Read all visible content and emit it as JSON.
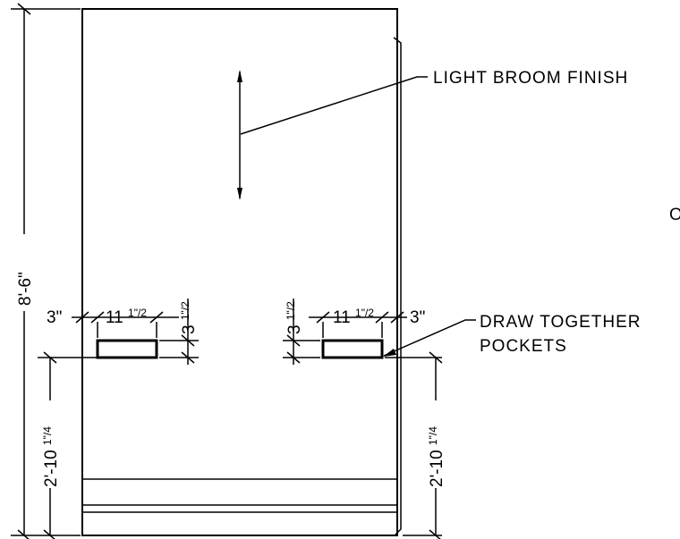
{
  "notes": {
    "finish": "LIGHT BROOM FINISH",
    "draw_together_line1": "DRAW TOGETHER",
    "draw_together_line2": "POCKETS",
    "cut_off_letter": "O"
  },
  "dimensions": {
    "overall_height": "8'-6\"",
    "pocket_height_left": "2'-10",
    "pocket_height_left_frac": "1\"/4",
    "pocket_height_right": "2'-10",
    "pocket_height_right_frac": "1\"/4",
    "left_edge_offset": "3\"",
    "left_pocket_width": "11",
    "left_pocket_width_frac": "1\"/2",
    "left_pocket_depth": "3",
    "left_pocket_depth_frac": "1\"/2",
    "right_edge_offset": "3\"",
    "right_pocket_width": "11",
    "right_pocket_width_frac": "1\"/2",
    "right_pocket_depth": "3",
    "right_pocket_depth_frac": "1\"/2"
  }
}
